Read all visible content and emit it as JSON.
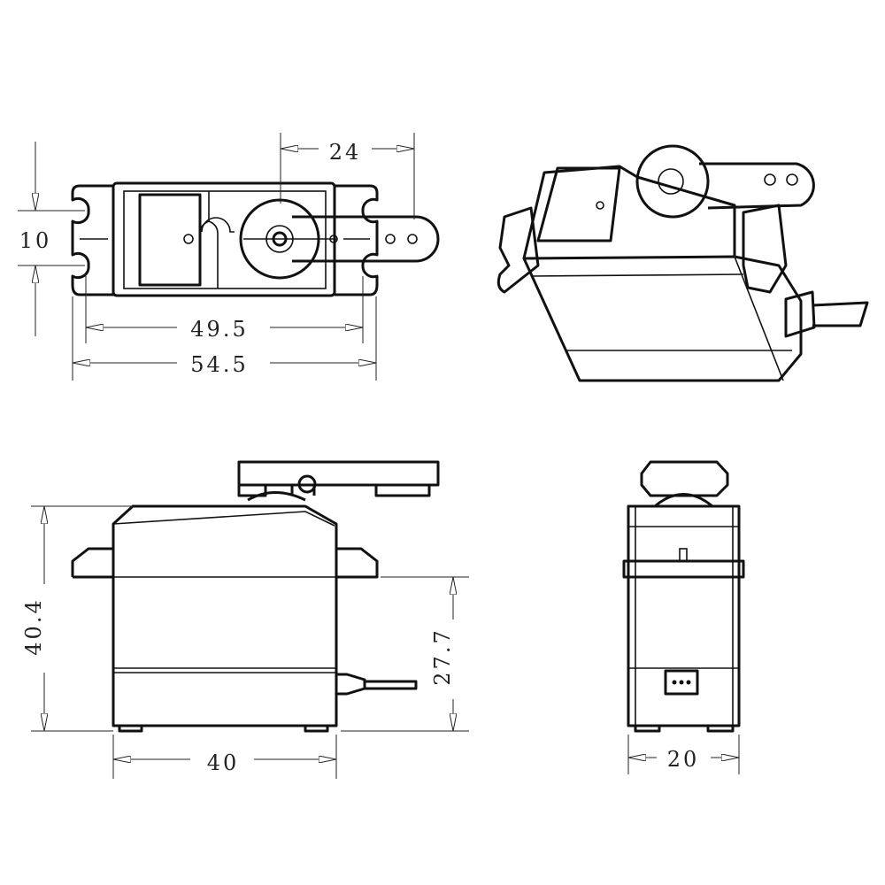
{
  "dimensions": {
    "horn_offset": "24",
    "mount_hole_spacing": "10",
    "mount_hole_pitch": "49.5",
    "overall_length": "54.5",
    "overall_height": "40.4",
    "mount_height": "27.7",
    "body_length": "40",
    "body_width": "20"
  },
  "colors": {
    "line": "#111111",
    "background": "#ffffff"
  }
}
